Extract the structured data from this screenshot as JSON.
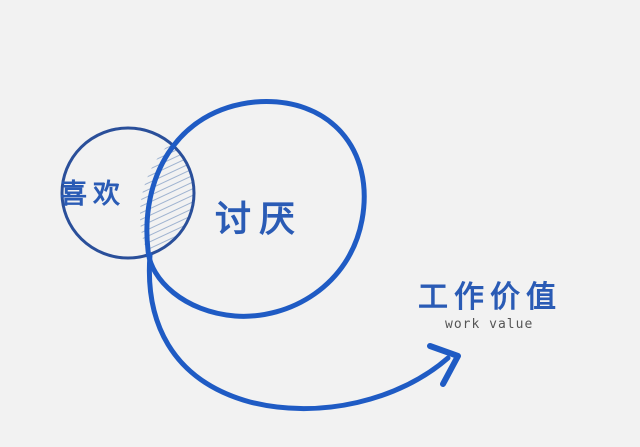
{
  "diagram": {
    "type": "venn-with-arrow",
    "colors": {
      "background": "#f2f2f2",
      "stroke": "#1f5bc4",
      "thin_stroke": "#2a4f9a",
      "hatch": "#9fb3d0",
      "text": "#2a5bb5",
      "subtext": "#555555"
    },
    "sets": {
      "small_circle_label": "喜欢",
      "large_circle_label": "讨厌"
    },
    "target": {
      "label_cn": "工作价值",
      "label_en": "work value"
    }
  }
}
